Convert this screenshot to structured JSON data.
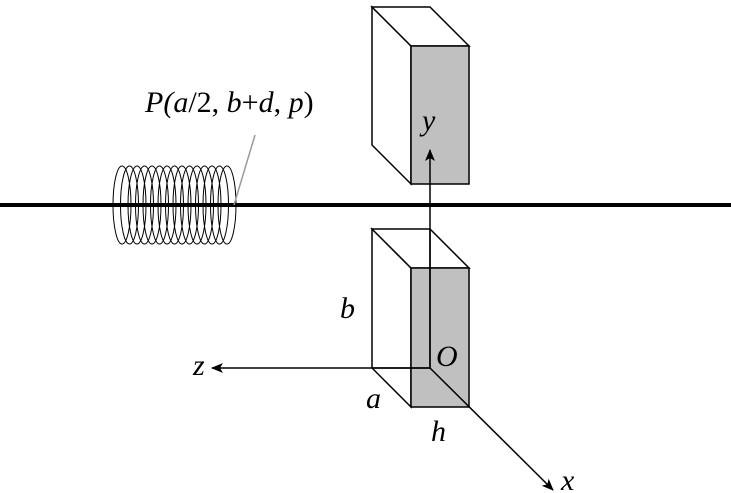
{
  "labels": {
    "point_prefix": "P(",
    "point_a": "a",
    "point_mid1": "/2, ",
    "point_b": "b",
    "point_plus": "+",
    "point_d": "d",
    "point_comma": ", ",
    "point_p": "p",
    "point_close": ")",
    "y_axis": "y",
    "z_axis": "z",
    "x_axis": "x",
    "origin": "O",
    "dim_b": "b",
    "dim_a": "a",
    "dim_h": "h"
  },
  "colors": {
    "face_shaded": "#c0c0c0",
    "face_white": "#ffffff",
    "line": "#000000",
    "leader": "#9a9a9a"
  }
}
